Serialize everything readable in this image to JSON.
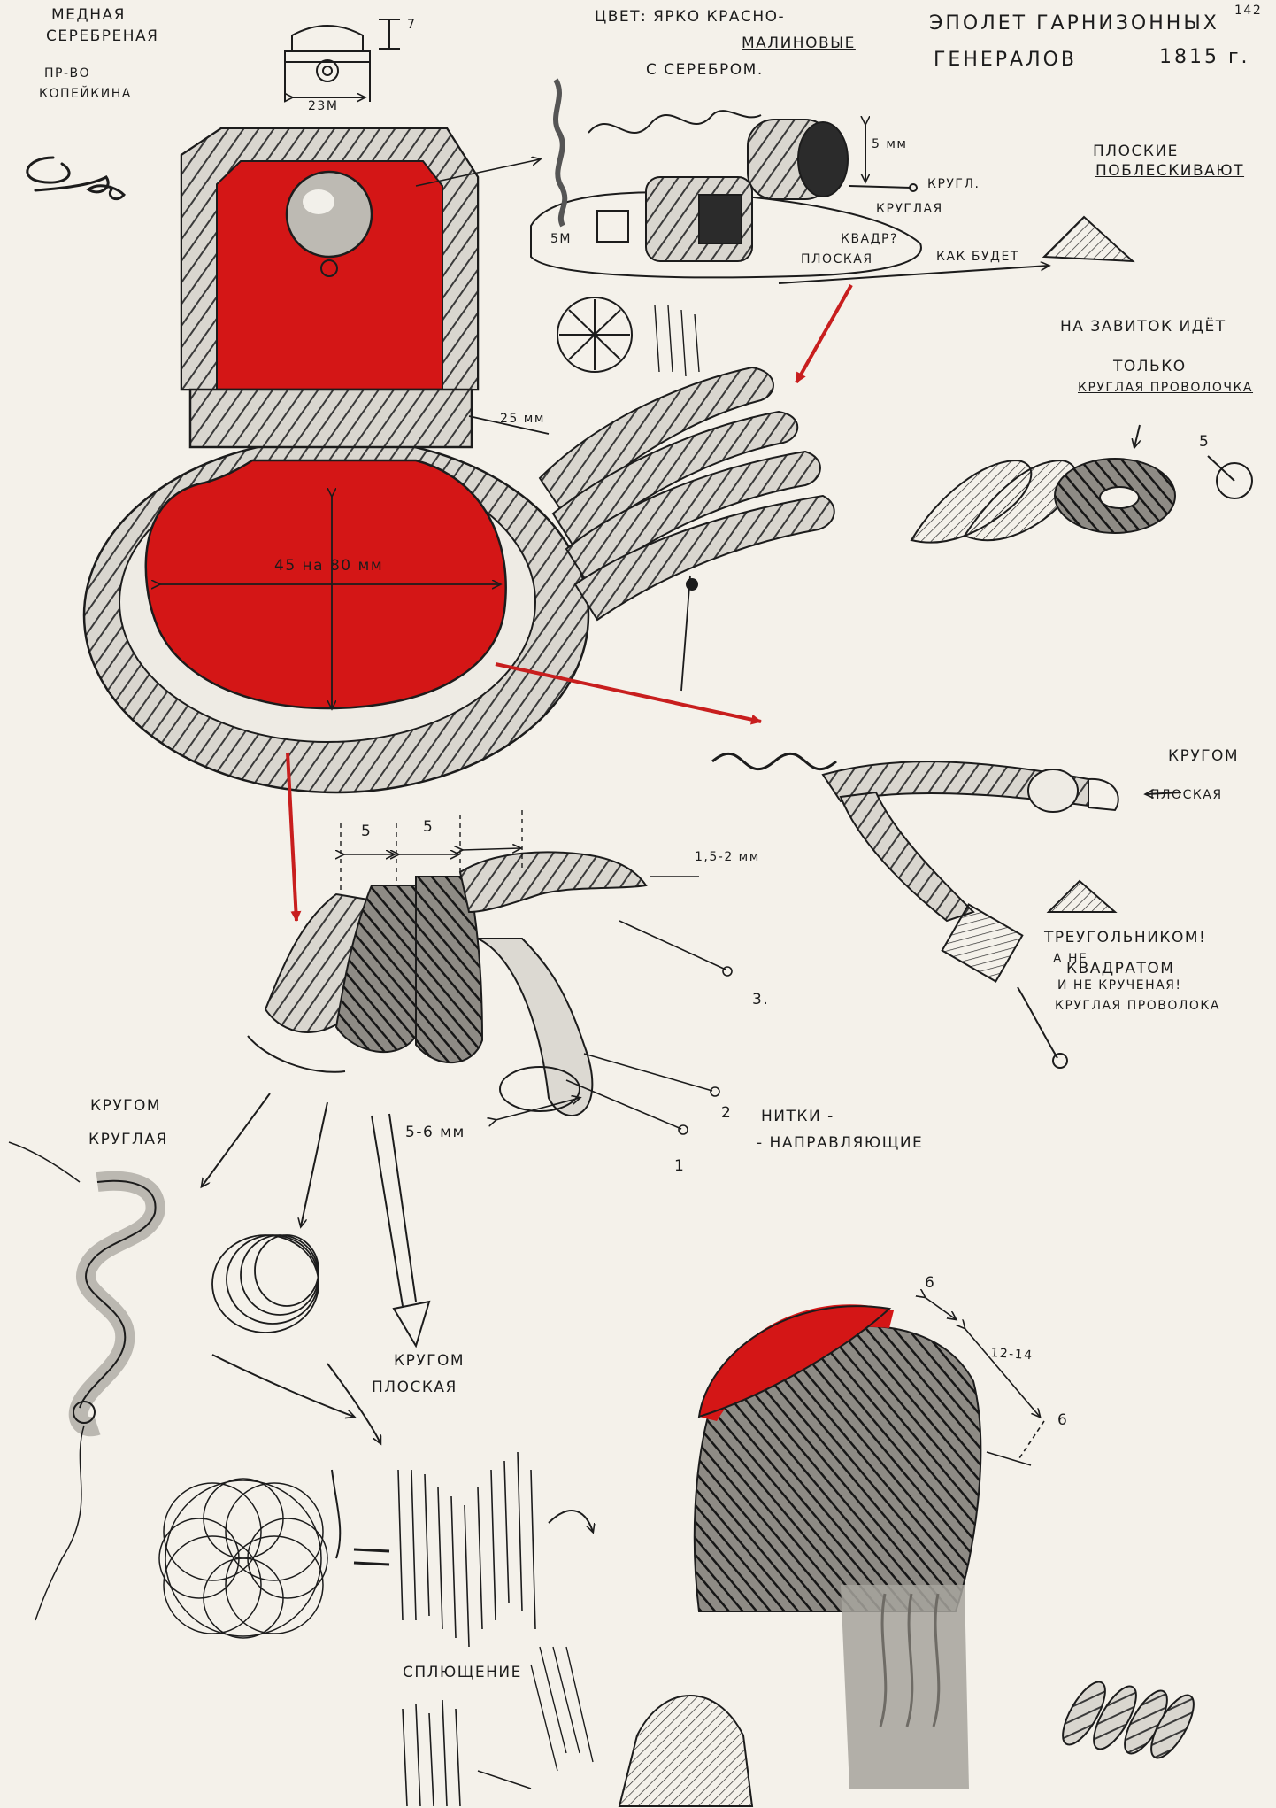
{
  "colors": {
    "paper": "#f4f1ea",
    "ink": "#1c1c1c",
    "cloth_red": "#d41616",
    "wash_grey": "#a6a39c",
    "arrow_red": "#c81e1e"
  },
  "header": {
    "title": "ЭПОЛЕТ ГАРНИЗОННЫХ",
    "subtitle": "ГЕНЕРАЛОВ",
    "year": "1815 г.",
    "sheet_number": "142",
    "color_line1": "ЦВЕТ: ЯРКО КРАСНО-",
    "color_line2": "МАЛИНОВЫЕ",
    "color_line3": "С СЕРЕБРОМ."
  },
  "top_left": {
    "material_1": "МЕДНАЯ",
    "material_2": "СЕРЕБРЕНАЯ",
    "maker_1": "ПР-ВО",
    "maker_2": "КОПЕЙКИНА"
  },
  "button_detail": {
    "height_dim": "7",
    "width_dim": "23М"
  },
  "wire_types": {
    "dim_5mm": "5 мм",
    "round_line1": "КРУГЛ.",
    "round_line2": "КРУГЛАЯ",
    "dim_5m": "5М",
    "square_line1": "КВАДР?",
    "flat": "ПЛОСКАЯ",
    "as_will_be": "КАК БУДЕТ",
    "flat_note_1": "ПЛОСКИЕ",
    "flat_note_2": "ПОБЛЕСКИВАЮТ"
  },
  "curl_note": {
    "line1": "НА ЗАВИТОК ИДЁТ",
    "line2": "ТОЛЬКО",
    "line3": "КРУГЛАЯ ПРОВОЛОЧКА",
    "dim": "5"
  },
  "epaulette": {
    "dim_fringe": "25 мм",
    "dim_field": "45 на 80 мм"
  },
  "cord_detail": {
    "round": "КРУГОМ",
    "flat": "ПЛОСКАЯ",
    "triangle_1": "ТРЕУГОЛЬНИКОМ!",
    "triangle_2": "А НЕ",
    "triangle_3": "КВАДРАТОМ",
    "triangle_4": "И НЕ КРУЧЕНАЯ!",
    "triangle_5": "КРУГЛАЯ ПРОВОЛОКА"
  },
  "fringe_detail": {
    "dim_a": "5",
    "dim_b": "5",
    "dim_wire": "1,5-2 мм",
    "dim_tube": "5-6 мм",
    "label_3": "3.",
    "label_2": "2",
    "label_1": "1",
    "threads_1": "НИТКИ -",
    "threads_2": "- НАПРАВЛЯЮЩИЕ"
  },
  "bottom_left": {
    "round_1": "КРУГОМ",
    "round_2": "КРУГЛАЯ",
    "flat_1": "КРУГОМ",
    "flat_2": "ПЛОСКАЯ",
    "compress": "СПЛЮЩЕНИЕ"
  },
  "bottom_right": {
    "dim_top": "6",
    "dim_mid": "12-14",
    "dim_bottom": "6"
  }
}
